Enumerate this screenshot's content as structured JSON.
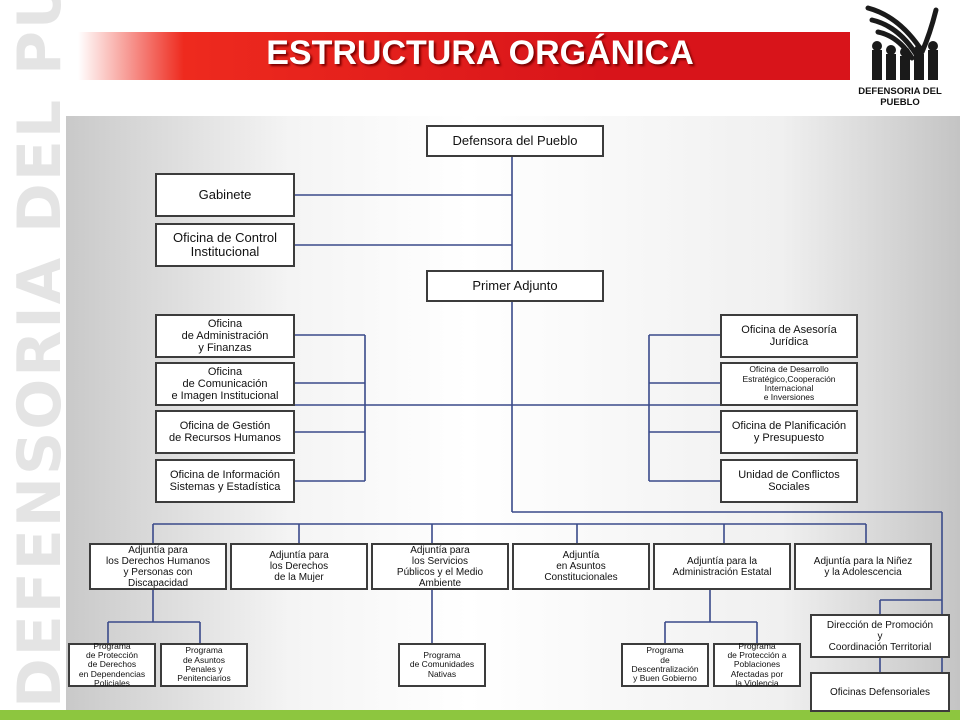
{
  "header": {
    "title": "ESTRUCTURA ORGÁNICA",
    "side_watermark": "DEFENSORIA DEL PUEBLO",
    "logo_text": "DEFENSORIA DEL PUEBLO"
  },
  "colors": {
    "title_band": "#d8141a",
    "accent_bar": "#8dc63f",
    "connector": "#3a4a8a",
    "box_border": "#3c3c3c"
  },
  "org_chart": {
    "top": "Defensora del Pueblo",
    "gabinete": "Gabinete",
    "control": "Oficina de Control\nInstitucional",
    "primer_adjunto": "Primer Adjunto",
    "left_offices": [
      "Oficina\nde Administración\ny Finanzas",
      "Oficina\nde Comunicación\ne Imagen Institucional",
      "Oficina de Gestión\nde Recursos Humanos",
      "Oficina de Información\nSistemas y Estadística"
    ],
    "right_offices": [
      "Oficina de Asesoría\nJurídica",
      "Oficina de Desarrollo\nEstratégico,Cooperación\nInternacional\ne Inversiones",
      "Oficina de Planificación\ny Presupuesto",
      "Unidad de Conflictos\nSociales"
    ],
    "adjuntias": [
      "Adjuntía para\nlos Derechos Humanos\ny Personas con\nDiscapacidad",
      "Adjuntía para\nlos Derechos\nde la Mujer",
      "Adjuntía para\nlos Servicios\nPúblicos y el Medio\nAmbiente",
      "Adjuntía\nen Asuntos\nConstitucionales",
      "Adjuntía para la\nAdministración Estatal",
      "Adjuntía para la Niñez\ny la Adolescencia"
    ],
    "programs": [
      "Programa\nde Protección\nde Derechos\nen Dependencias\nPoliciales",
      "Programa\nde Asuntos\nPenales y\nPenitenciarios",
      "Programa\nde Comunidades\nNativas",
      "Programa\nde\nDescentralización\ny Buen Gobierno",
      "Programa\nde Protección a\nPoblaciones\nAfectadas por\nla Violencia"
    ],
    "direccion": "Dirección de Promoción\ny\nCoordinación Territorial",
    "oficinas_defensoriales": "Oficinas Defensoriales"
  }
}
